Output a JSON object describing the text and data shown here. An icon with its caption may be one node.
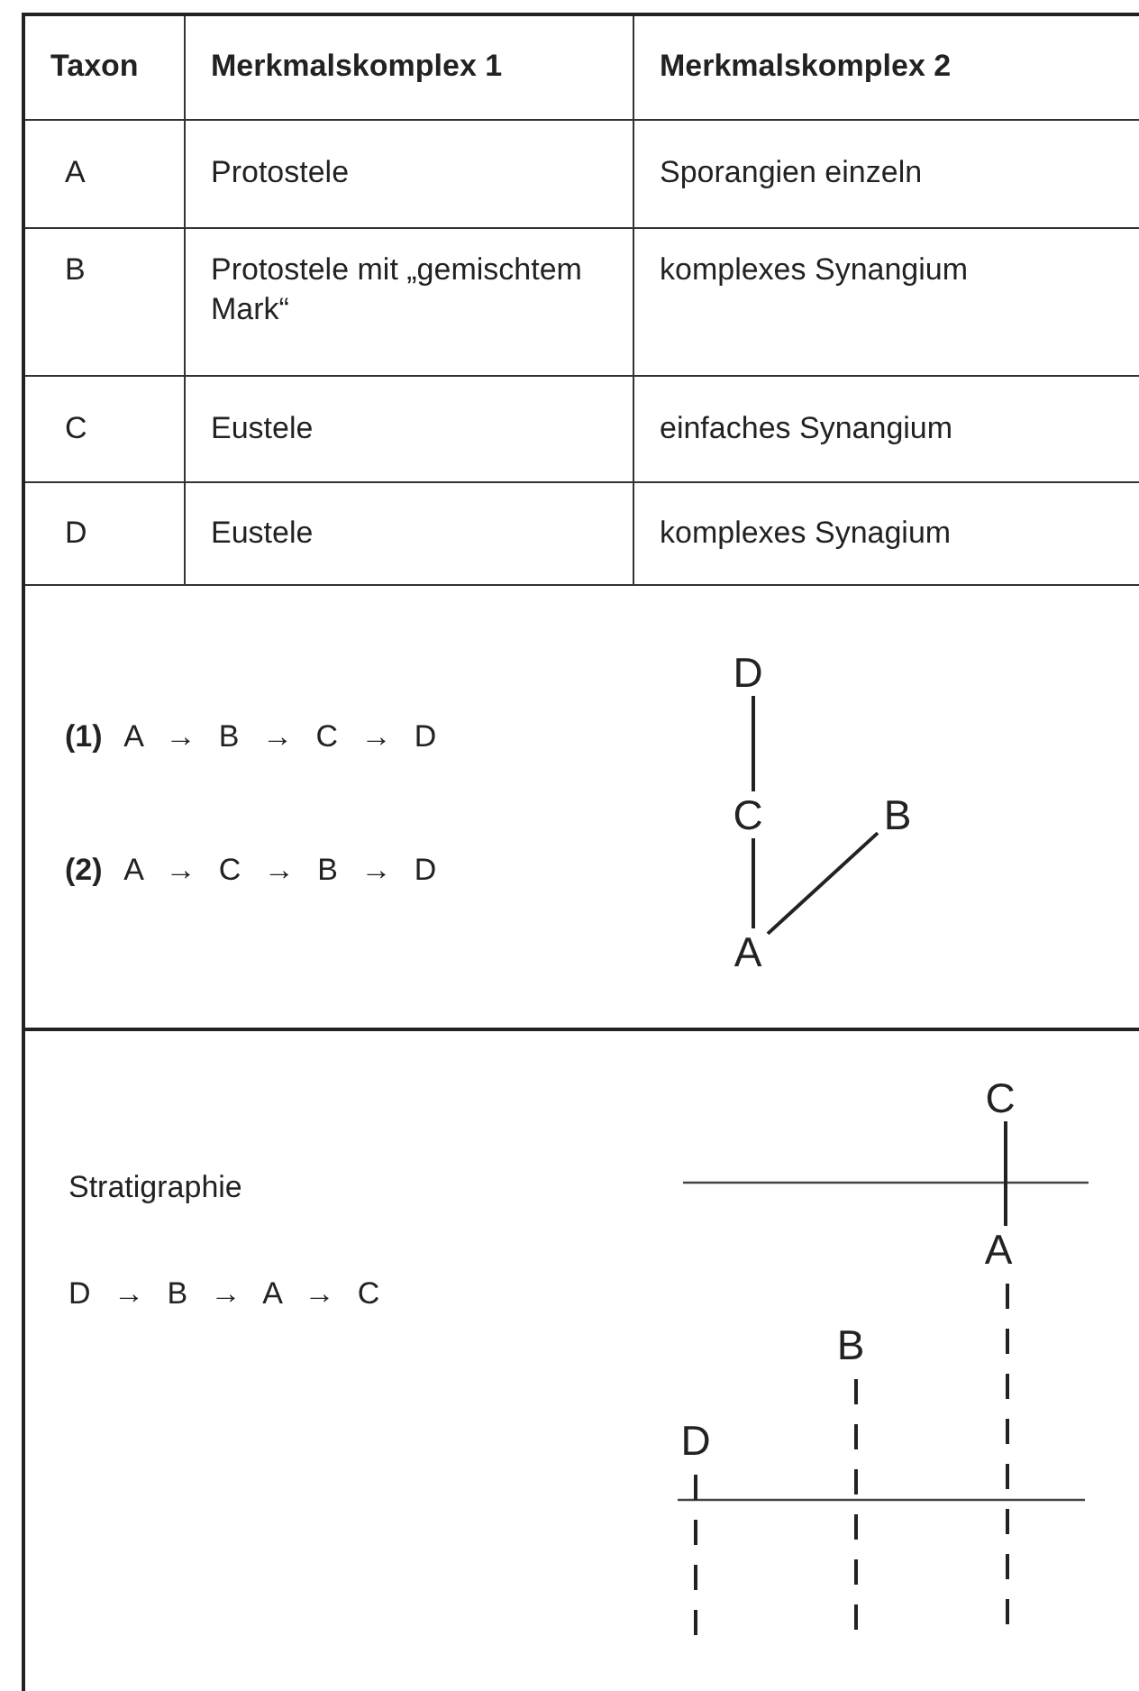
{
  "diagram": {
    "nodes": [
      {
        "text": [
          "D"
        ]
      },
      {
        "text": [
          "C"
        ]
      },
      {
        "text": [
          "B"
        ]
      },
      {
        "text": [
          "A"
        ]
      },
      {
        "text": [
          "C"
        ]
      },
      {
        "text": [
          "A"
        ]
      },
      {
        "text": [
          "B"
        ]
      },
      {
        "text": [
          "D"
        ]
      }
    ],
    "edges": [
      {
        "from": 0,
        "to": 1,
        "arrow": "none"
      },
      {
        "from": 1,
        "to": 3,
        "arrow": "none"
      },
      {
        "from": 3,
        "to": 2,
        "arrow": "none"
      },
      {
        "from": 4,
        "to": 5,
        "arrow": "none"
      },
      {
        "from": 5,
        "to": null,
        "arrow": "none",
        "style": "dashed"
      },
      {
        "from": 6,
        "to": null,
        "arrow": "none",
        "style": "dashed"
      },
      {
        "from": 7,
        "to": null,
        "arrow": "none",
        "style": "dashed"
      }
    ],
    "labels": [
      "Taxon",
      "Merkmalskomplex 1",
      "Merkmalskomplex 2",
      "A",
      "Protostele",
      "Sporangien einzeln",
      "B",
      "Protostele mit „gemischtem Mark“",
      "komplexes Synangium",
      "C",
      "Eustele",
      "einfaches Synangium",
      "D",
      "Eustele",
      "komplexes Synagium",
      "**(1)** A → B → C → D",
      "**(2)** A → C → B → D",
      "Stratigraphie",
      "D → B → A → C"
    ]
  }
}
